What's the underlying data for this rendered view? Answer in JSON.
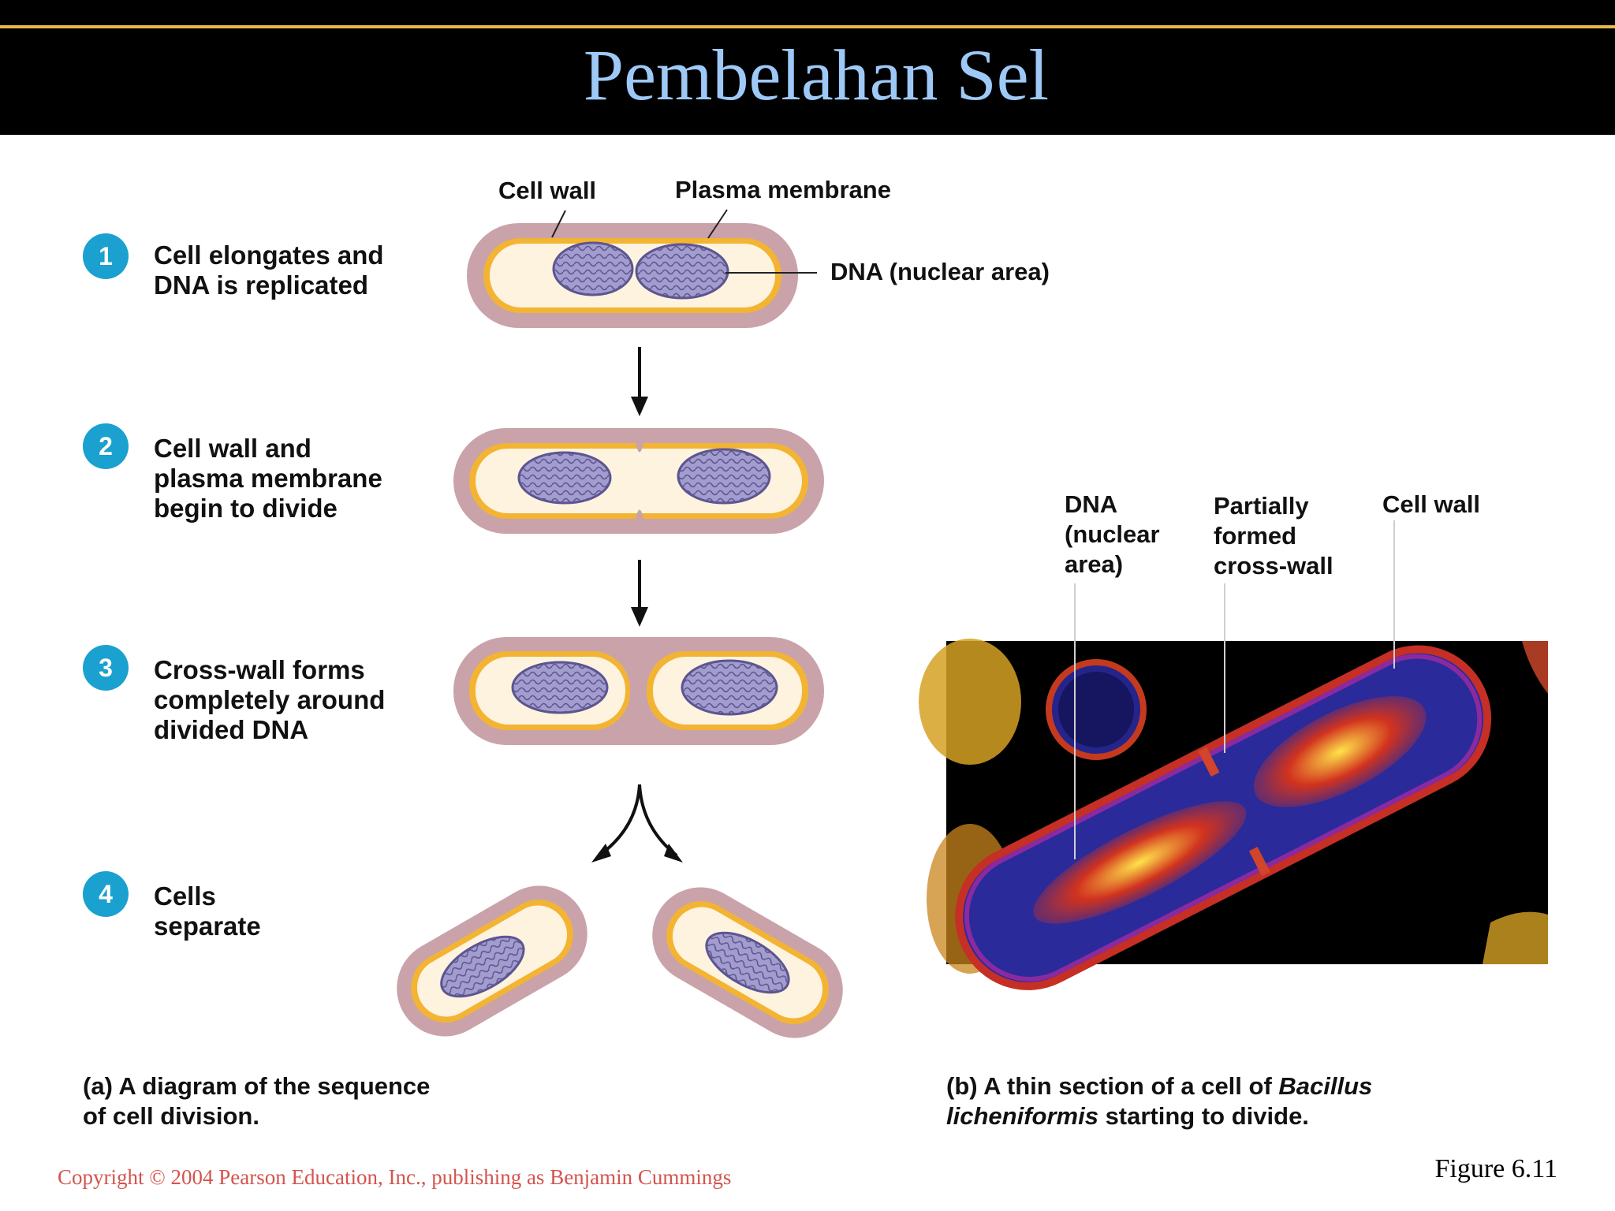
{
  "title": "Pembelahan Sel",
  "steps": [
    {
      "num": "1",
      "text": "Cell elongates and\nDNA is replicated"
    },
    {
      "num": "2",
      "text": "Cell wall and\nplasma membrane\nbegin to divide"
    },
    {
      "num": "3",
      "text": "Cross-wall forms\ncompletely around\ndivided DNA"
    },
    {
      "num": "4",
      "text": "Cells\nseparate"
    }
  ],
  "labels_a": {
    "cell_wall": "Cell wall",
    "plasma_membrane": "Plasma membrane",
    "dna": "DNA (nuclear area)"
  },
  "labels_b": {
    "dna": "DNA\n(nuclear\narea)",
    "cross_wall": "Partially\nformed\ncross-wall",
    "cell_wall": "Cell wall"
  },
  "caption_a": {
    "tag": "(a)",
    "text": "A diagram of the sequence",
    "text2": "of cell division."
  },
  "caption_b": {
    "tag": "(b)",
    "text": "A thin section of a cell of",
    "species1": "Bacillus",
    "species2": "licheniformis",
    "text2": "starting to divide."
  },
  "copyright": "Copyright © 2004 Pearson Education, Inc., publishing as Benjamin Cummings",
  "figure": "Figure 6.11",
  "colors": {
    "wall": "#c9a3a9",
    "membrane": "#f3b433",
    "cytoplasm": "#fdf3df",
    "dna": "#9b94c8",
    "step": "#1aa1cf",
    "title": "#9ec9f7"
  }
}
